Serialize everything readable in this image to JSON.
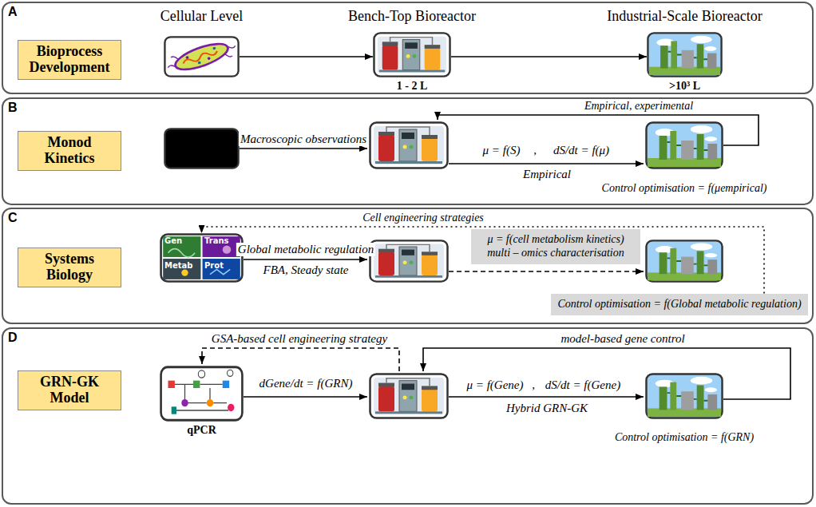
{
  "diagram": {
    "nodes": [
      {
        "text": [
          "A"
        ]
      },
      {
        "text": [
          "Bioprocess Development"
        ],
        "in": 0
      },
      {
        "text": [
          "Cellular Level"
        ],
        "in": 0
      },
      {
        "text": [
          "Bench-Top Bioreactor",
          "1 - 2 L"
        ],
        "in": 0
      },
      {
        "text": [
          "Industrial-Scale Bioreactor",
          ">10³ L"
        ],
        "in": 0
      },
      {
        "text": [
          "B"
        ]
      },
      {
        "text": [
          "Monod Kinetics"
        ],
        "in": 5
      },
      {
        "text": [
          "Control optimisation = f(μempirical)"
        ],
        "in": 5
      },
      {
        "text": [
          "C"
        ]
      },
      {
        "text": [
          "Systems Biology"
        ],
        "in": 8
      },
      {
        "text": [
          "Gen",
          "Trans",
          "Metab",
          "Prot"
        ],
        "in": 8
      },
      {
        "text": [
          "μ = f(cell metabolism kinetics)",
          "multi – omics characterisation"
        ],
        "in": 8
      },
      {
        "text": [
          "Control optimisation = f(Global metabolic regulation)"
        ],
        "in": 8
      },
      {
        "text": [
          "D"
        ]
      },
      {
        "text": [
          "GRN-GK Model"
        ],
        "in": 13
      },
      {
        "text": [
          "qPCR"
        ],
        "in": 13
      },
      {
        "text": [
          "Control optimisation = f(GRN)"
        ],
        "in": 13
      }
    ],
    "edges": [
      {
        "from": 2,
        "to": 3,
        "arrow": "to"
      },
      {
        "from": 3,
        "to": 4,
        "arrow": "to"
      },
      {
        "from": 12,
        "to": 10,
        "label": "Cell engineering strategies",
        "arrow": "to"
      }
    ],
    "labels": [
      "Macroscopic observations",
      "μ = f(S)",
      ",",
      "dS/dt = f(μ)",
      "Empirical",
      "Empirical, experimental",
      "Global metabolic regulation",
      "FBA, Steady state",
      "GSA-based cell engineering strategy",
      "model-based gene control",
      "dGene/dt = f(GRN)",
      "μ = f(Gene)",
      ",",
      "dS/dt = f(Gene)",
      "Hybrid GRN-GK"
    ]
  }
}
